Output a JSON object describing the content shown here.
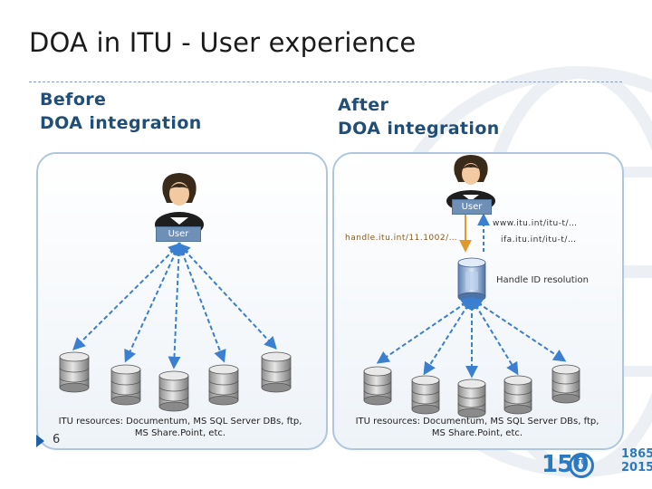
{
  "slide": {
    "title": "DOA in ITU - User experience",
    "page_number": "6"
  },
  "before": {
    "heading_line1": "Before",
    "heading_line2": "DOA integration",
    "user_label": "User",
    "resources_line1": "ITU resources: Documentum, MS SQL Server DBs, ftp,",
    "resources_line2": "MS Share.Point, etc."
  },
  "after": {
    "heading_line1": "After",
    "heading_line2": "DOA integration",
    "user_label": "User",
    "handle_url": "handle.itu.int/11.1002/…",
    "www_url": "www.itu.int/itu-t/…",
    "ifa_url": "ifa.itu.int/itu-t/…",
    "resolution_label": "Handle ID resolution",
    "resources_line1": "ITU resources: Documentum, MS SQL Server DBs, ftp,",
    "resources_line2": "MS Share.Point, etc."
  },
  "logo": {
    "number": "150",
    "ring_text": "ITU",
    "year_start": "1865",
    "year_end": "2015"
  },
  "colors": {
    "heading": "#1f4e79",
    "panel_border": "#aec6df",
    "arrow": "#3a7fd0",
    "user_tag": "#6f90b6",
    "logo": "#2b79c2"
  }
}
